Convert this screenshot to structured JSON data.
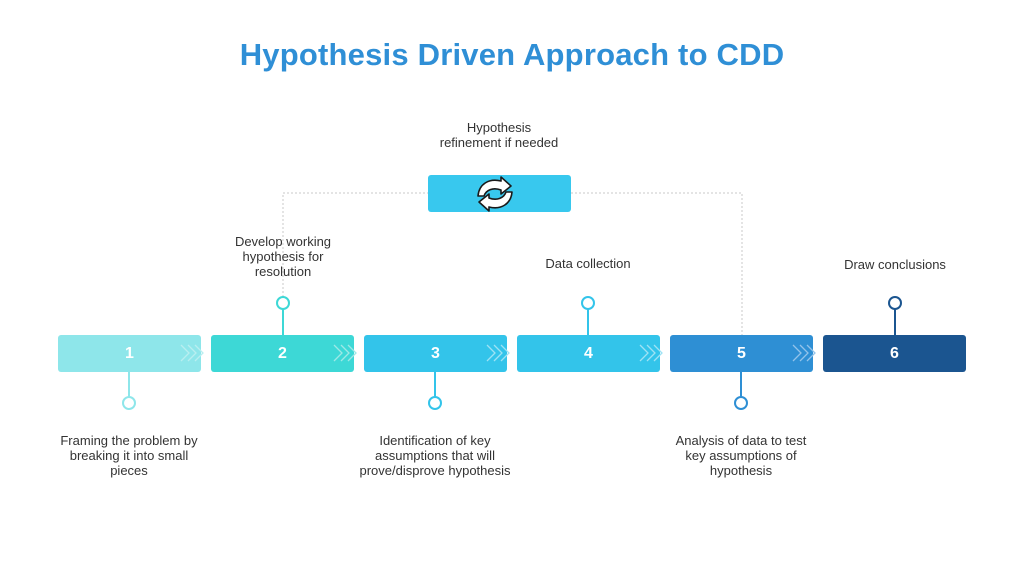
{
  "title": "Hypothesis Driven Approach to CDD",
  "refinement": {
    "label": "Hypothesis refinement if needed",
    "icon": "refresh-cycle-icon"
  },
  "steps": [
    {
      "number": "1",
      "label": "Framing the problem by breaking it into small pieces",
      "color": "#8ee6ea"
    },
    {
      "number": "2",
      "label": "Develop working hypothesis for resolution",
      "color": "#3dd8d6"
    },
    {
      "number": "3",
      "label": "Identification of key assumptions that will prove/disprove hypothesis",
      "color": "#33c4ea"
    },
    {
      "number": "4",
      "label": "Data collection",
      "color": "#33c4ea"
    },
    {
      "number": "5",
      "label": "Analysis of data to test key assumptions of hypothesis",
      "color": "#2e8fd4"
    },
    {
      "number": "6",
      "label": "Draw conclusions",
      "color": "#1b5590"
    }
  ]
}
